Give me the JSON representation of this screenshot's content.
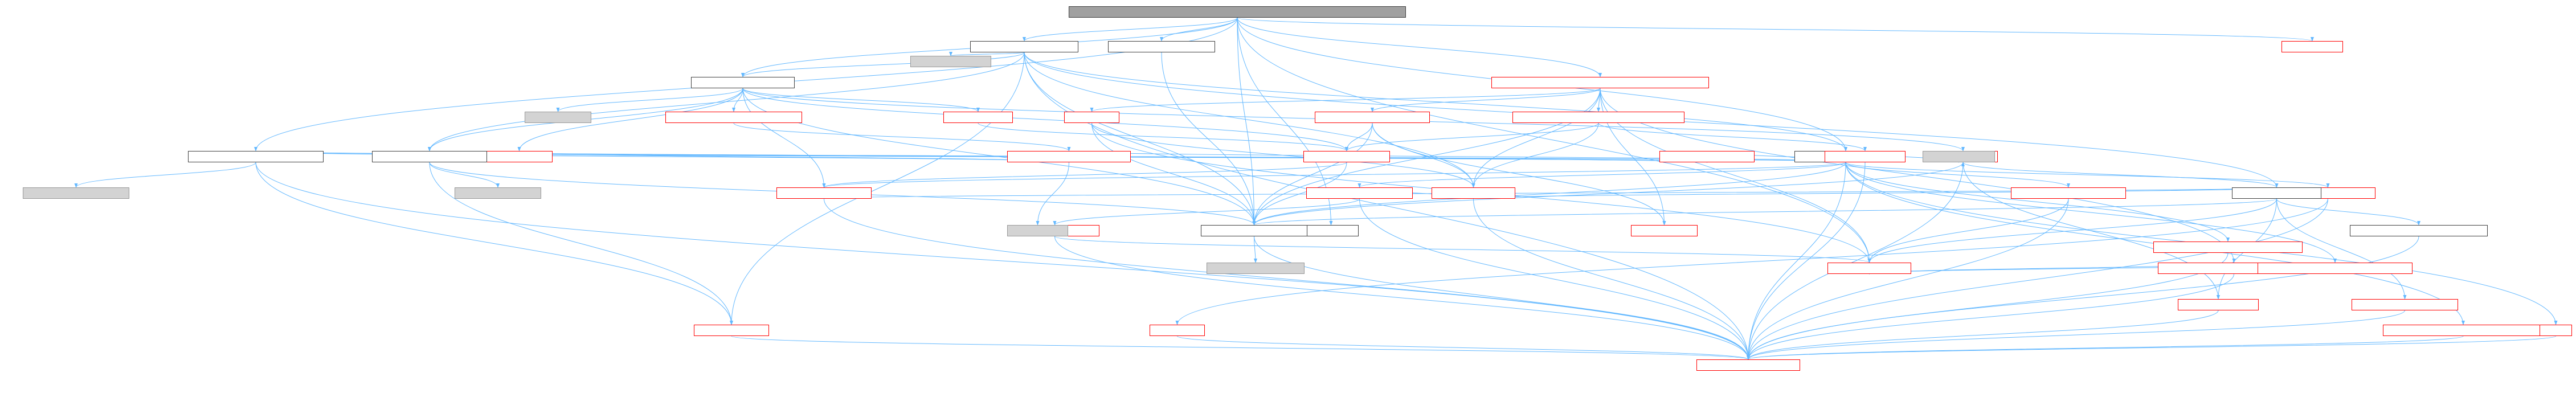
{
  "diagram": {
    "edge_color": "#63b8ff",
    "node_styles": {
      "root": {
        "fill": "#a0a0a0",
        "stroke": "#404040"
      },
      "normal": {
        "fill": "#ffffff",
        "stroke": "#404040"
      },
      "missing": {
        "fill": "#ffffff",
        "stroke": "#ff0000"
      },
      "external": {
        "fill": "#d3d3d3",
        "stroke": "#999999"
      }
    },
    "nodes": [
      {
        "id": "root",
        "label": "",
        "style": "root"
      },
      {
        "id": "a",
        "label": "",
        "style": "normal"
      },
      {
        "id": "b",
        "label": "",
        "style": "normal"
      },
      {
        "id": "c",
        "label": "",
        "style": "missing"
      },
      {
        "id": "d",
        "label": "",
        "style": "external"
      },
      {
        "id": "e",
        "label": "",
        "style": "missing"
      },
      {
        "id": "f",
        "label": "",
        "style": "normal"
      },
      {
        "id": "g",
        "label": "",
        "style": "external"
      },
      {
        "id": "h",
        "label": "",
        "style": "missing"
      },
      {
        "id": "i",
        "label": "",
        "style": "missing"
      },
      {
        "id": "j",
        "label": "",
        "style": "missing"
      },
      {
        "id": "k",
        "label": "",
        "style": "missing"
      },
      {
        "id": "l",
        "label": "",
        "style": "missing"
      },
      {
        "id": "m",
        "label": "",
        "style": "normal"
      },
      {
        "id": "n",
        "label": "",
        "style": "missing"
      },
      {
        "id": "o",
        "label": "",
        "style": "normal"
      },
      {
        "id": "p",
        "label": "",
        "style": "missing"
      },
      {
        "id": "q",
        "label": "",
        "style": "missing"
      },
      {
        "id": "r",
        "label": "",
        "style": "missing"
      },
      {
        "id": "s",
        "label": "",
        "style": "missing"
      },
      {
        "id": "t",
        "label": "",
        "style": "missing"
      },
      {
        "id": "u",
        "label": "",
        "style": "external"
      },
      {
        "id": "v",
        "label": "",
        "style": "normal"
      },
      {
        "id": "w",
        "label": "",
        "style": "missing"
      },
      {
        "id": "x",
        "label": "",
        "style": "missing"
      },
      {
        "id": "y",
        "label": "",
        "style": "missing"
      },
      {
        "id": "z",
        "label": "",
        "style": "normal"
      },
      {
        "id": "aa",
        "label": "",
        "style": "external"
      },
      {
        "id": "ab",
        "label": "",
        "style": "external"
      },
      {
        "id": "ac",
        "label": "",
        "style": "normal"
      },
      {
        "id": "ad",
        "label": "",
        "style": "missing"
      },
      {
        "id": "ae",
        "label": "",
        "style": "missing"
      },
      {
        "id": "af",
        "label": "",
        "style": "missing"
      },
      {
        "id": "ag",
        "label": "",
        "style": "missing"
      },
      {
        "id": "ah",
        "label": "",
        "style": "missing"
      },
      {
        "id": "ai",
        "label": "",
        "style": "missing"
      },
      {
        "id": "aj",
        "label": "",
        "style": "missing"
      },
      {
        "id": "ak",
        "label": "",
        "style": "missing"
      },
      {
        "id": "al",
        "label": "",
        "style": "missing"
      },
      {
        "id": "am",
        "label": "",
        "style": "missing"
      },
      {
        "id": "an",
        "label": "",
        "style": "missing"
      },
      {
        "id": "ao",
        "label": "",
        "style": "normal"
      },
      {
        "id": "ap",
        "label": "",
        "style": "missing"
      },
      {
        "id": "aq",
        "label": "",
        "style": "missing"
      },
      {
        "id": "ar",
        "label": "",
        "style": "normal"
      },
      {
        "id": "as",
        "label": "",
        "style": "external"
      },
      {
        "id": "at",
        "label": "",
        "style": "missing"
      },
      {
        "id": "au",
        "label": "",
        "style": "external"
      },
      {
        "id": "av",
        "label": "",
        "style": "missing"
      }
    ],
    "edges": [
      [
        "root",
        "a"
      ],
      [
        "root",
        "b"
      ],
      [
        "root",
        "c"
      ],
      [
        "root",
        "e"
      ],
      [
        "root",
        "f"
      ],
      [
        "root",
        "m"
      ],
      [
        "root",
        "o"
      ],
      [
        "root",
        "ao"
      ],
      [
        "root",
        "ah"
      ],
      [
        "root",
        "ar"
      ],
      [
        "a",
        "d"
      ],
      [
        "a",
        "f"
      ],
      [
        "a",
        "v"
      ],
      [
        "a",
        "ar"
      ],
      [
        "a",
        "z"
      ],
      [
        "a",
        "av"
      ],
      [
        "a",
        "al"
      ],
      [
        "a",
        "ae"
      ],
      [
        "a",
        "o"
      ],
      [
        "b",
        "ar"
      ],
      [
        "e",
        "i"
      ],
      [
        "e",
        "k"
      ],
      [
        "e",
        "l"
      ],
      [
        "e",
        "ae"
      ],
      [
        "e",
        "ar"
      ],
      [
        "e",
        "ag"
      ],
      [
        "e",
        "aj"
      ],
      [
        "e",
        "ah"
      ],
      [
        "f",
        "g"
      ],
      [
        "f",
        "h"
      ],
      [
        "f",
        "j"
      ],
      [
        "f",
        "n"
      ],
      [
        "f",
        "q"
      ],
      [
        "f",
        "t"
      ],
      [
        "f",
        "v"
      ],
      [
        "f",
        "ar"
      ],
      [
        "f",
        "w"
      ],
      [
        "h",
        "p"
      ],
      [
        "j",
        "q"
      ],
      [
        "k",
        "q"
      ],
      [
        "k",
        "s"
      ],
      [
        "k",
        "ae"
      ],
      [
        "i",
        "q"
      ],
      [
        "i",
        "ae"
      ],
      [
        "i",
        "ag"
      ],
      [
        "i",
        "ar"
      ],
      [
        "l",
        "ae"
      ],
      [
        "l",
        "ah"
      ],
      [
        "l",
        "ar"
      ],
      [
        "m",
        "aa"
      ],
      [
        "m",
        "p"
      ],
      [
        "m",
        "r"
      ],
      [
        "m",
        "s"
      ],
      [
        "m",
        "al"
      ],
      [
        "m",
        "av"
      ],
      [
        "v",
        "ab"
      ],
      [
        "v",
        "p"
      ],
      [
        "v",
        "r"
      ],
      [
        "v",
        "s"
      ],
      [
        "v",
        "ar"
      ],
      [
        "v",
        "al"
      ],
      [
        "o",
        "u"
      ],
      [
        "o",
        "w"
      ],
      [
        "o",
        "x"
      ],
      [
        "o",
        "y"
      ],
      [
        "o",
        "ad"
      ],
      [
        "o",
        "ai"
      ],
      [
        "o",
        "ak"
      ],
      [
        "o",
        "am"
      ],
      [
        "o",
        "an"
      ],
      [
        "o",
        "ar"
      ],
      [
        "o",
        "av"
      ],
      [
        "p",
        "au"
      ],
      [
        "p",
        "s"
      ],
      [
        "q",
        "w"
      ],
      [
        "q",
        "ar"
      ],
      [
        "r",
        "s"
      ],
      [
        "s",
        "av"
      ],
      [
        "t",
        "ar"
      ],
      [
        "t",
        "av"
      ],
      [
        "t",
        "ap"
      ],
      [
        "w",
        "av"
      ],
      [
        "x",
        "ah"
      ],
      [
        "x",
        "av"
      ],
      [
        "y",
        "at"
      ],
      [
        "y",
        "av"
      ],
      [
        "z",
        "ar"
      ],
      [
        "z",
        "ae"
      ],
      [
        "z",
        "ac"
      ],
      [
        "z",
        "ah"
      ],
      [
        "z",
        "ap"
      ],
      [
        "z",
        "aq"
      ],
      [
        "z",
        "w"
      ],
      [
        "z",
        "t"
      ],
      [
        "ad",
        "ae"
      ],
      [
        "ad",
        "af"
      ],
      [
        "ad",
        "av"
      ],
      [
        "ae",
        "av"
      ],
      [
        "af",
        "ah"
      ],
      [
        "af",
        "av"
      ],
      [
        "ai",
        "av"
      ],
      [
        "aj",
        "ah"
      ],
      [
        "aj",
        "av"
      ],
      [
        "ak",
        "ah"
      ],
      [
        "am",
        "av"
      ],
      [
        "an",
        "av"
      ],
      [
        "ao",
        "ar"
      ],
      [
        "ar",
        "as"
      ],
      [
        "ar",
        "av"
      ],
      [
        "at",
        "av"
      ],
      [
        "al",
        "av"
      ],
      [
        "ap",
        "av"
      ],
      [
        "aq",
        "av"
      ],
      [
        "ac",
        "av"
      ]
    ]
  }
}
